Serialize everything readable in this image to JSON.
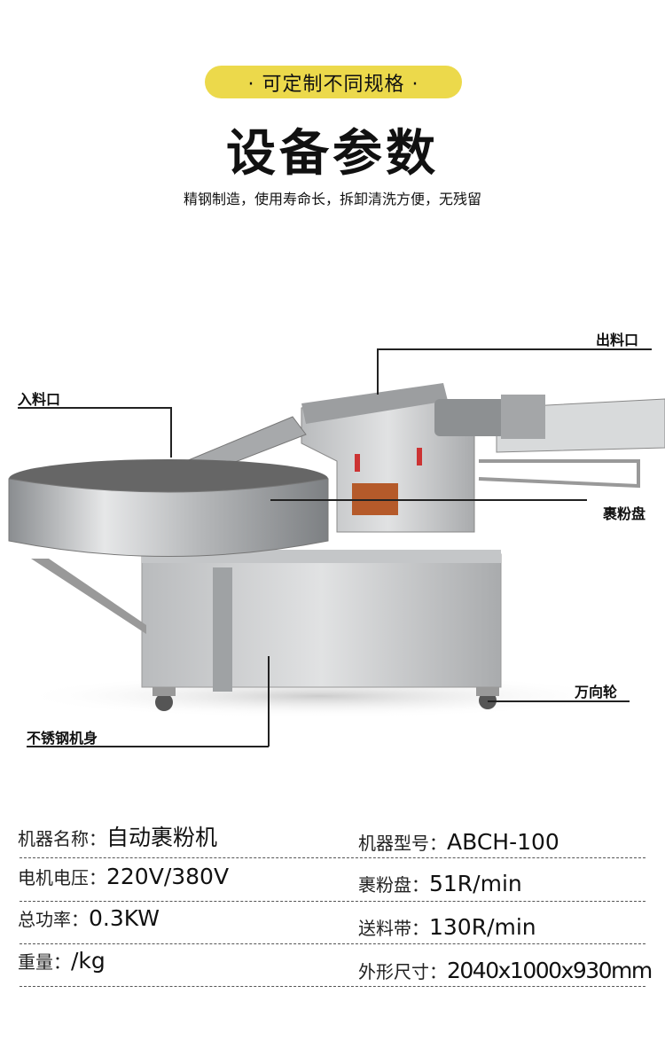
{
  "header": {
    "badge": "· 可定制不同规格 ·",
    "title": "设备参数",
    "subtitle": "精钢制造，使用寿命长，拆卸清洗方便，无残留",
    "badge_color": "#ecd94b"
  },
  "callouts": {
    "outlet": "出料口",
    "inlet": "入料口",
    "coating_pan": "裹粉盘",
    "casters": "万向轮",
    "body": "不锈钢机身"
  },
  "specs": [
    {
      "label": "机器名称：",
      "value": "自动裹粉机"
    },
    {
      "label": "机器型号：",
      "value": "ABCH-100"
    },
    {
      "label": "电机电压：",
      "value": "220V/380V"
    },
    {
      "label": "裹粉盘：",
      "value": "51R/min"
    },
    {
      "label": "总功率：",
      "value": "0.3KW"
    },
    {
      "label": "送料带：",
      "value": "130R/min"
    },
    {
      "label": "重量：",
      "value": "/kg"
    },
    {
      "label": "外形尺寸：",
      "value": "2040x1000x930mm"
    }
  ]
}
